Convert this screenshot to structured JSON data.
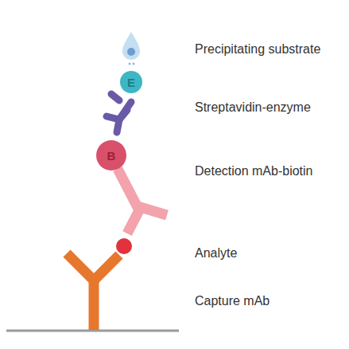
{
  "diagram": {
    "nodes": [
      {
        "text": [
          "E"
        ]
      },
      {
        "text": [
          "B"
        ]
      }
    ],
    "labels": [
      "Precipitating substrate",
      "Streptavidin-enzyme",
      "Detection mAb-biotin",
      "Analyte",
      "Capture mAb"
    ]
  }
}
